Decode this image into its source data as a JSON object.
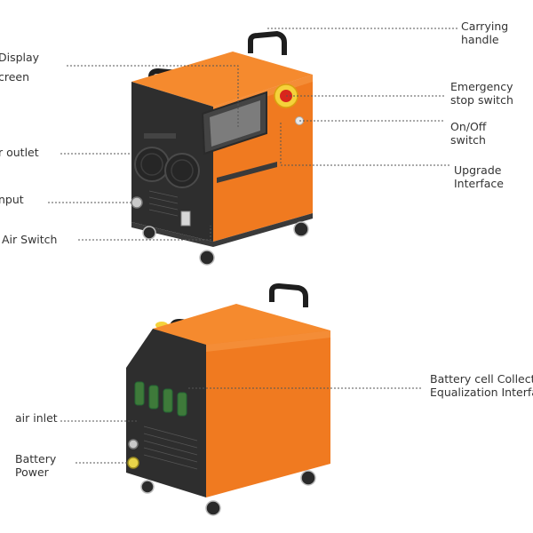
{
  "labels": {
    "display_screen": [
      "Display",
      "creen"
    ],
    "air_outlet": "r outlet",
    "input": "nput",
    "air_switch": "Air Switch",
    "carrying_handle": [
      "Carrying",
      "handle"
    ],
    "emergency_stop": [
      "Emergency",
      "stop switch"
    ],
    "on_off": [
      "On/Off",
      "switch"
    ],
    "upgrade_interface": [
      "Upgrade",
      "Interface"
    ],
    "battery_cell": [
      "Battery cell Collecti",
      "Equalization Interfa"
    ],
    "air_inlet": "air inlet",
    "battery_power": [
      "Battery",
      "Power"
    ]
  },
  "colors": {
    "body_orange": "#f07a20",
    "side_dark": "#2b2b2b",
    "leader_line": "#555555"
  }
}
